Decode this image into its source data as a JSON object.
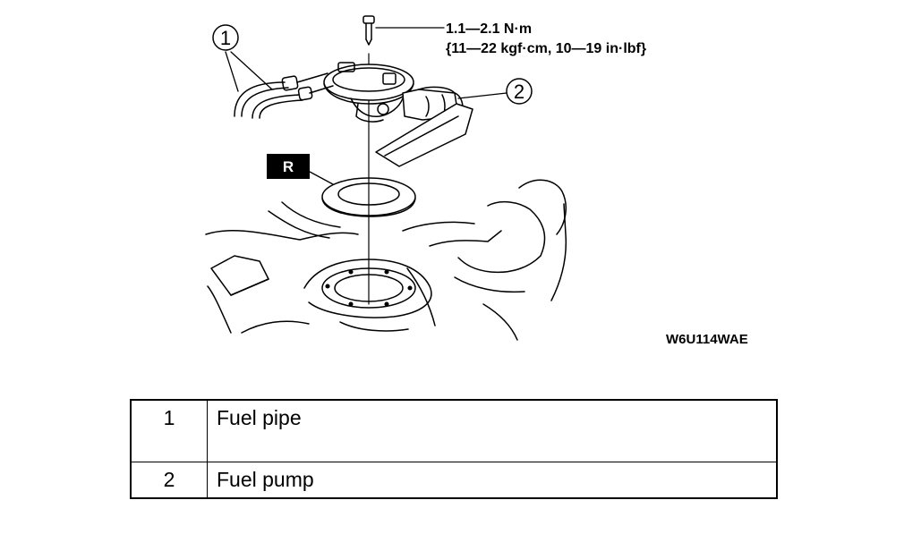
{
  "diagram": {
    "torque_line1": "1.1—2.1 N·m",
    "torque_line2": "{11—22 kgf·cm, 10—19 in·lbf}",
    "callout_1": "1",
    "callout_2": "2",
    "replace_mark": "R",
    "figure_code": "W6U114WAE"
  },
  "legend": {
    "rows": [
      {
        "number": "1",
        "part": "Fuel pipe"
      },
      {
        "number": "2",
        "part": "Fuel pump"
      }
    ]
  },
  "colors": {
    "ink": "#000000",
    "paper": "#ffffff"
  }
}
